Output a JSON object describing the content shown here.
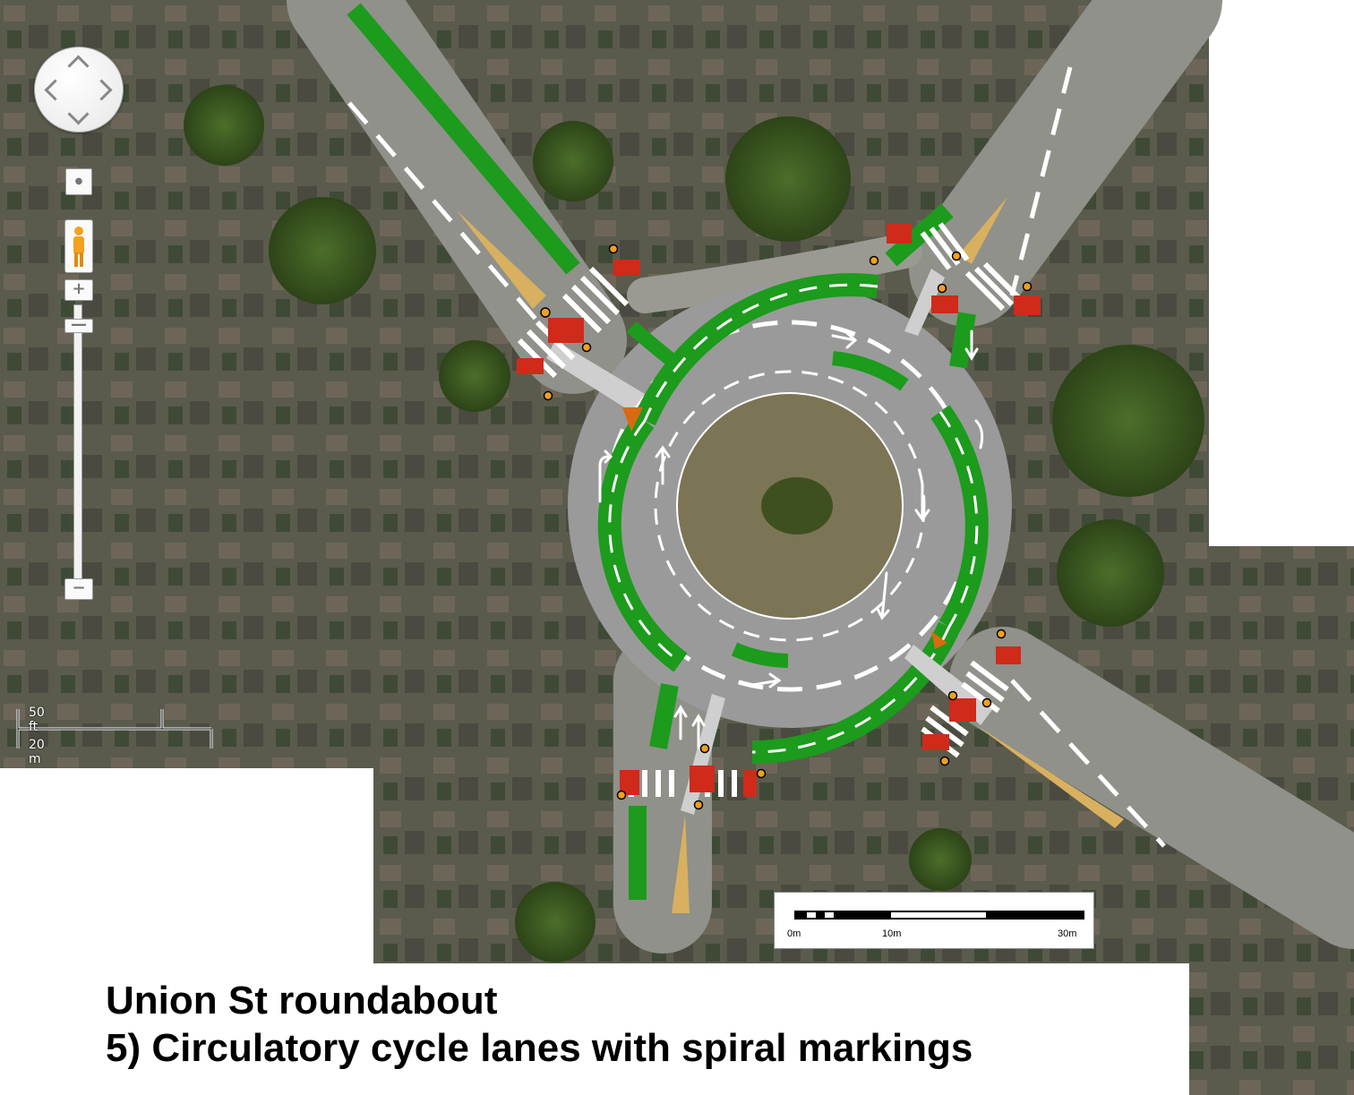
{
  "caption": {
    "line1": "Union St roundabout",
    "line2": "5) Circulatory cycle lanes with spiral markings"
  },
  "map_controls": {
    "pan_icon": "pan-compass-icon",
    "zoom_in": "+",
    "zoom_out": "−",
    "pegman_icon": "street-view-pegman-icon"
  },
  "google_scale": {
    "imperial": "50 ft",
    "metric": "20 m"
  },
  "scale_bar": {
    "label_0": "0m",
    "label_10": "10m",
    "label_30": "30m"
  },
  "colors": {
    "cycle_lane": "#1c9b1c",
    "road": "#9a9a9a",
    "island_tactile": "#d8b060",
    "crossing_stud": "#d02a1a",
    "marking": "#ffffff"
  }
}
